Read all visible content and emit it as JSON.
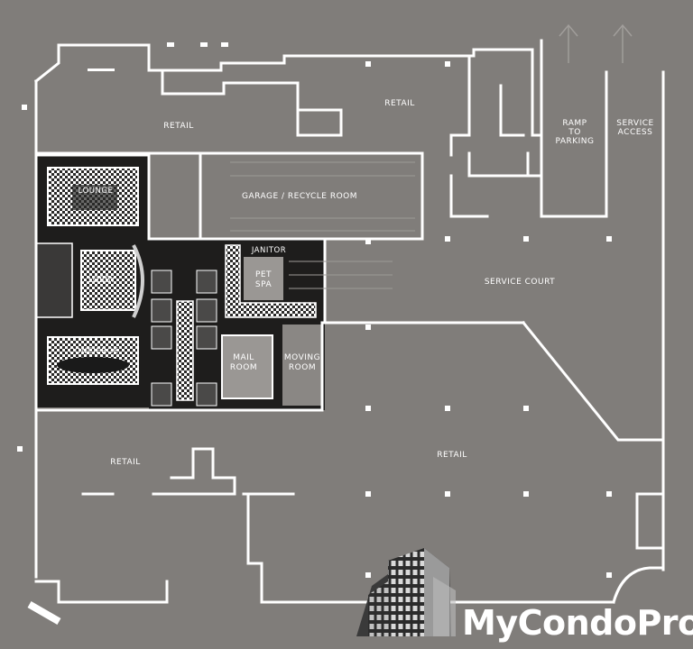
{
  "colors": {
    "background": "#807d7a",
    "wall": "#ffffff",
    "dark_room": "#1e1d1c",
    "checker_light": "#ffffff",
    "checker_dark": "#2a2928",
    "grey_room": "#9a9794"
  },
  "labels": {
    "retail_nw": "RETAIL",
    "retail_n": "RETAIL",
    "ramp_line1": "RAMP",
    "ramp_line2": "TO",
    "ramp_line3": "PARKING",
    "service_line1": "SERVICE",
    "service_line2": "ACCESS",
    "lounge": "LOUNGE",
    "garage": "GARAGE / RECYCLE ROOM",
    "janitor": "JANITOR",
    "pet_line1": "PET",
    "pet_line2": "SPA",
    "lobby": "LOBBY",
    "service_court": "SERVICE COURT",
    "concierge": "CONCIERGE",
    "mail_line1": "MAIL",
    "mail_line2": "ROOM",
    "moving_line1": "MOVING",
    "moving_line2": "ROOM",
    "retail_sw": "RETAIL",
    "retail_s": "RETAIL"
  },
  "logo": {
    "text": "MyCondoPro",
    "icon": "building-icon"
  }
}
